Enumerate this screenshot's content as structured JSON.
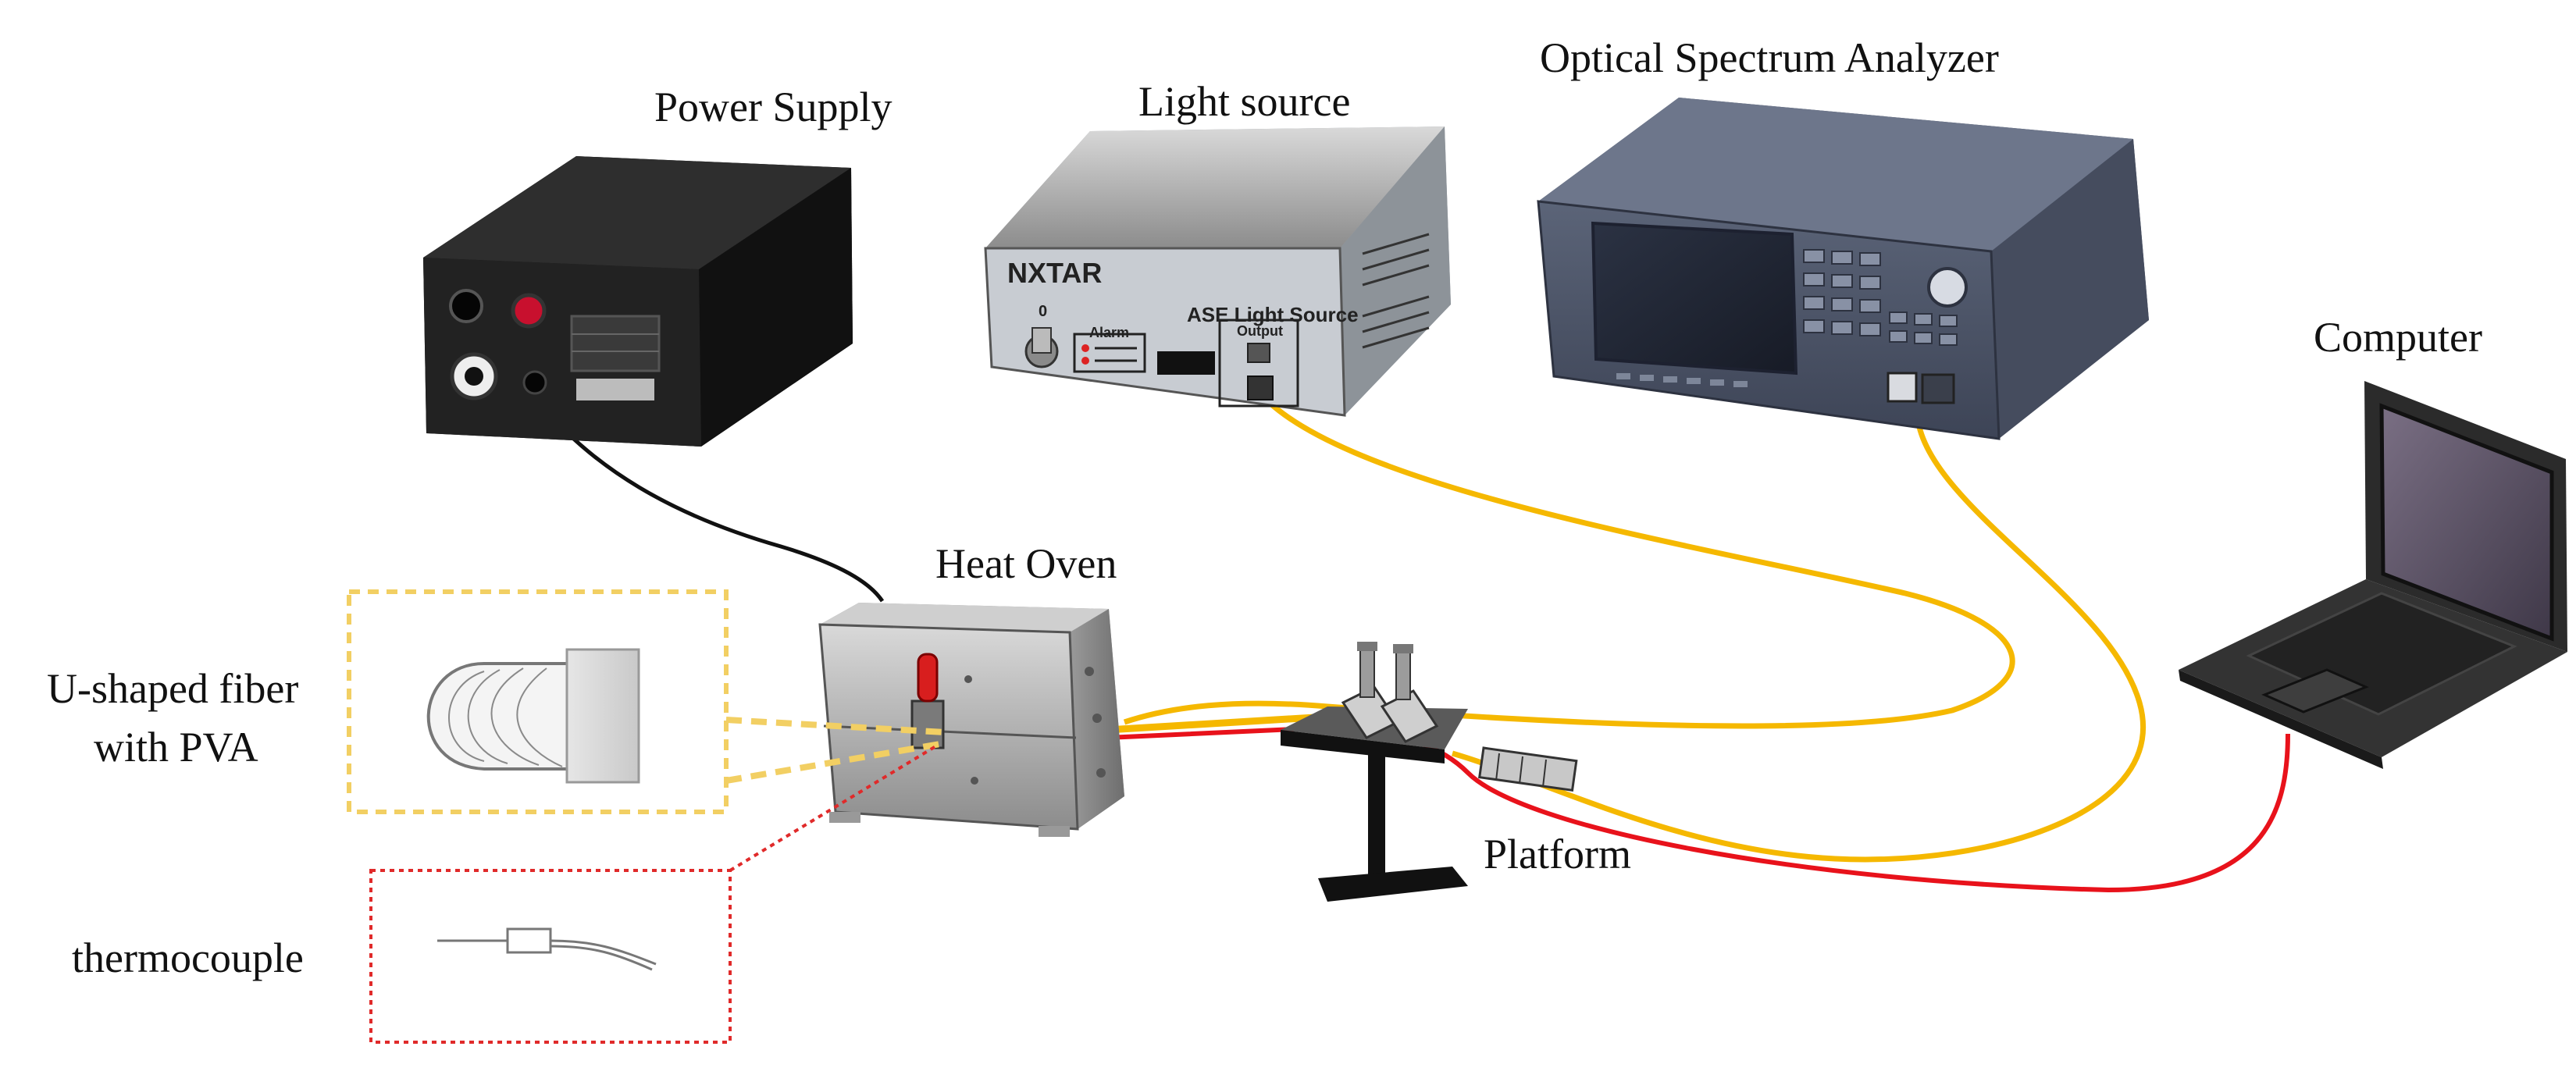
{
  "labels": {
    "power_supply": "Power Supply",
    "light_source": "Light source",
    "osa": "Optical Spectrum Analyzer",
    "computer": "Computer",
    "heat_oven": "Heat Oven",
    "platform": "Platform",
    "fiber_line1": "U-shaped fiber",
    "fiber_line2": "with PVA",
    "thermocouple": "thermocouple"
  },
  "device_text": {
    "brand": "NXTAR",
    "ase_title": "ASE Light Source",
    "alarm": "Alarm",
    "output": "Output",
    "switch_mark": "0"
  },
  "colors": {
    "fiber_yellow": "#f5b800",
    "cable_red": "#e8121b",
    "cable_black": "#111111",
    "callout_yellow": "#f2cf63",
    "callout_red": "#e02a2a"
  }
}
